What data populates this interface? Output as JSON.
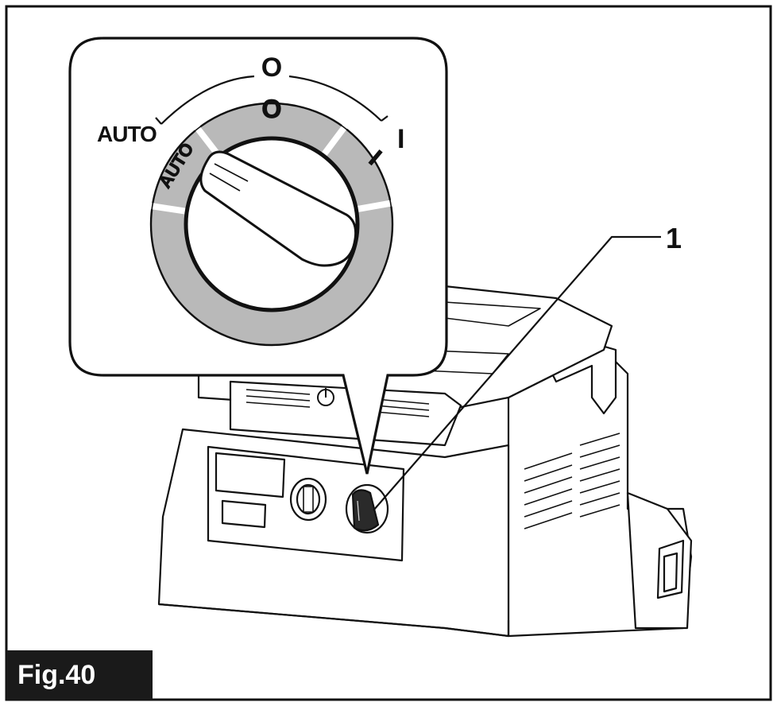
{
  "figure": {
    "label": "Fig.40",
    "callout_number": "1"
  },
  "dial": {
    "positions": [
      {
        "marking": "AUTO",
        "outer_label": "AUTO"
      },
      {
        "marking": "O",
        "outer_label": "O"
      },
      {
        "marking": "I",
        "outer_label": "I"
      }
    ]
  },
  "colors": {
    "line": "#111111",
    "ring_gray": "#b9b9b9",
    "frame": "#111111",
    "badge_bg": "#1a1a1a",
    "badge_text": "#ffffff"
  }
}
